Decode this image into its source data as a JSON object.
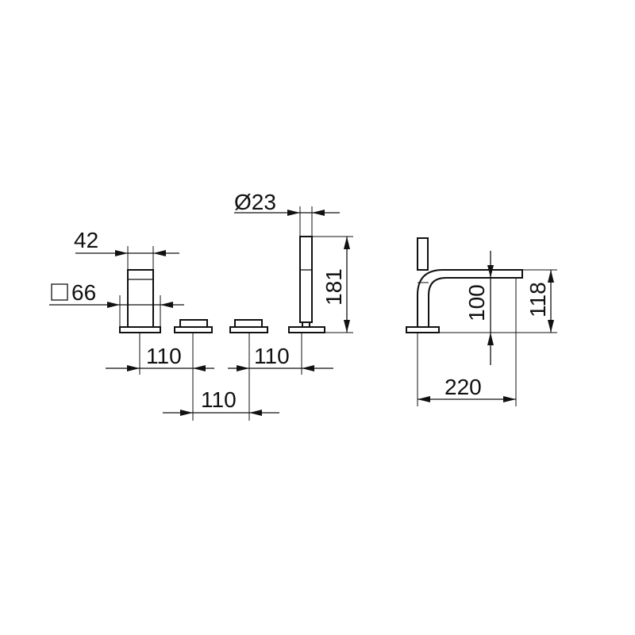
{
  "dimensions": {
    "width_42": "42",
    "square_66": "66",
    "dia_23": "Ø23",
    "height_181": "181",
    "spacing_a": "110",
    "spacing_b": "110",
    "spacing_c": "110",
    "spout_height_100": "100",
    "spout_height_118": "118",
    "spout_reach_220": "220"
  },
  "colors": {
    "line": "#111111",
    "background": "#ffffff"
  },
  "icons": {
    "square_symbol": "square-section-icon"
  }
}
